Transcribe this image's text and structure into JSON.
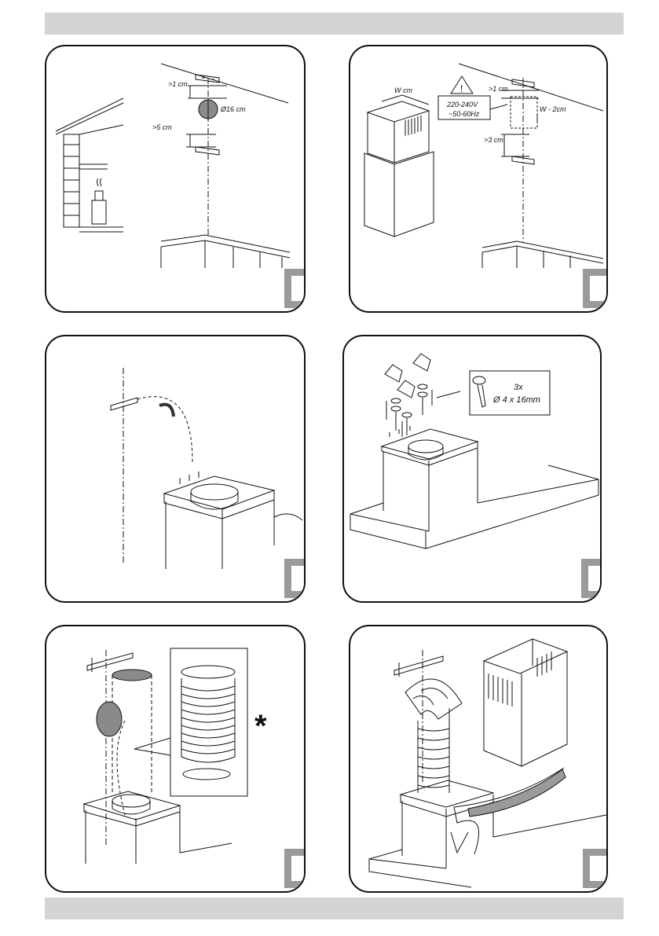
{
  "panel1": {
    "gap_top": ">1 cm",
    "diameter": "Ø16 cm",
    "gap_mid": ">5 cm"
  },
  "panel2": {
    "width": "W cm",
    "voltage": "220-240V",
    "frequency": "~50-60Hz",
    "gap_top": ">1 cm",
    "width_minus": "W - 2cm",
    "gap_mid": ">3 cm"
  },
  "panel4": {
    "screw_count": "3x",
    "screw_size": "Ø 4 x 16mm"
  },
  "panel5": {
    "note_mark": "*"
  },
  "colors": {
    "header_bar": "#d4d4d4",
    "step_box": "#9a9a9a",
    "outline": "#111111"
  }
}
